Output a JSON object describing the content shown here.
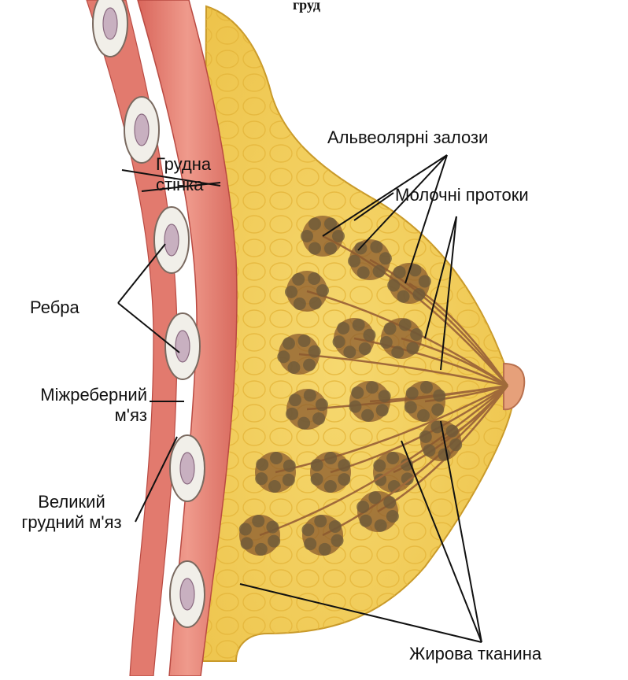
{
  "title_fragment": "груд",
  "labels": {
    "chest_wall_line1": "Грудна",
    "chest_wall_line2": "стінка",
    "ribs": "Ребра",
    "intercostal_line1": "Міжреберний",
    "intercostal_line2": "м'яз",
    "pectoralis_line1": "Великий",
    "pectoralis_line2": "грудний м'яз",
    "alveolar_glands": "Альвеолярні залози",
    "milk_ducts": "Молочні протоки",
    "fat_tissue": "Жирова тканина"
  },
  "colors": {
    "fat": "#f2cf5a",
    "fat_light": "#f8df86",
    "muscle": "#e8857a",
    "muscle_dark": "#c9564c",
    "rib": "#f1efe9",
    "lobule": "#8a5a2e",
    "duct": "#a06a3a",
    "leader": "#111111"
  }
}
